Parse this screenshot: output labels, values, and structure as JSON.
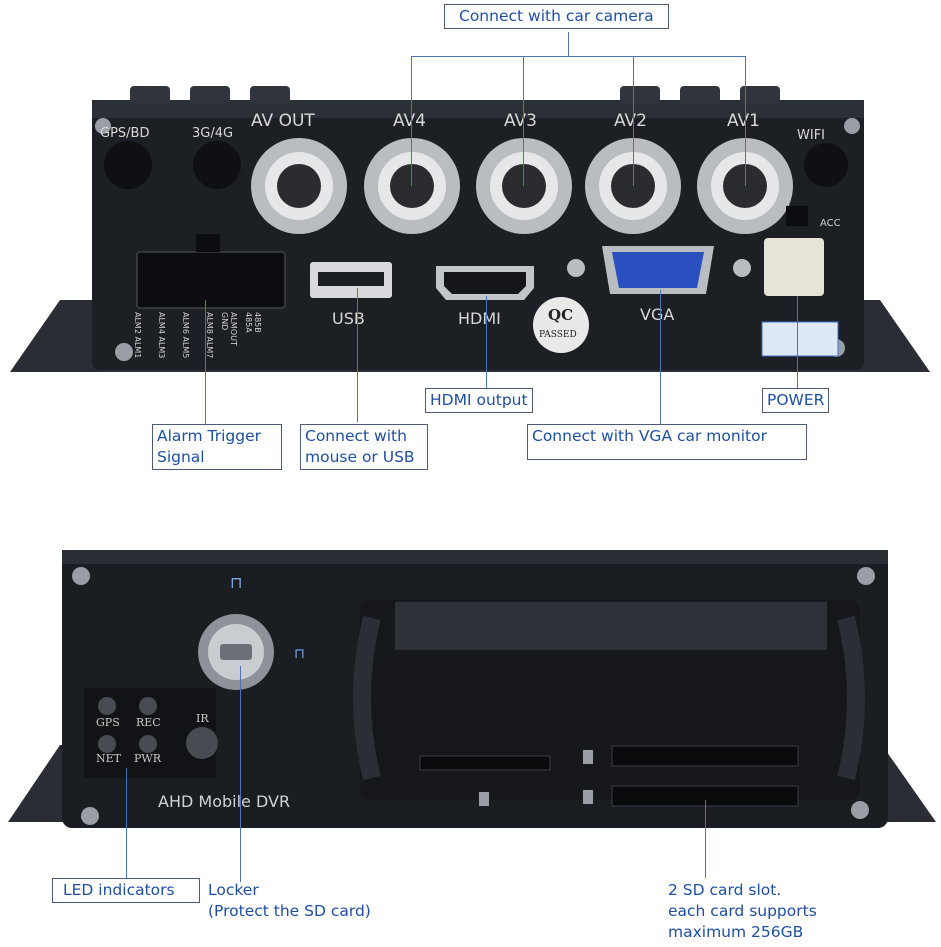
{
  "callouts": {
    "car_camera": "Connect with car camera",
    "alarm_trigger_1": "Alarm Trigger",
    "alarm_trigger_2": "Signal",
    "usb_1": "Connect with",
    "usb_2": "mouse or USB",
    "hdmi_output": "HDMI output",
    "vga_monitor": "Connect with VGA car monitor",
    "power": "POWER",
    "led_indicators": "LED indicators",
    "locker_1": "Locker",
    "locker_2": "(Protect the SD card)",
    "sd_1": "2 SD card slot.",
    "sd_2": "each card supports",
    "sd_3": "maximum 256GB"
  },
  "rear_panel": {
    "gps": "GPS/BD",
    "g34": "3G/4G",
    "av_out": "AV OUT",
    "av4": "AV4",
    "av3": "AV3",
    "av2": "AV2",
    "av1": "AV1",
    "wifi": "WIFI",
    "usb": "USB",
    "hdmi": "HDMI",
    "vga": "VGA",
    "acc": "ACC",
    "qc_1": "QC",
    "qc_2": "PASSED",
    "alarm_pins": [
      "ALM2 ALM1",
      "ALM4 ALM3",
      "ALM6 ALM5",
      "ALM8 ALM7",
      "ALMOUT GND",
      "485B 485A"
    ]
  },
  "front_panel": {
    "gps": "GPS",
    "rec": "REC",
    "ir": "IR",
    "net": "NET",
    "pwr": "PWR",
    "brand": "AHD Mobile DVR"
  },
  "colors": {
    "callout_text": "#1f4fa3",
    "line": "#4a74b8",
    "device_body": "#1c1f24",
    "vga_blue": "#2a4fbf"
  }
}
